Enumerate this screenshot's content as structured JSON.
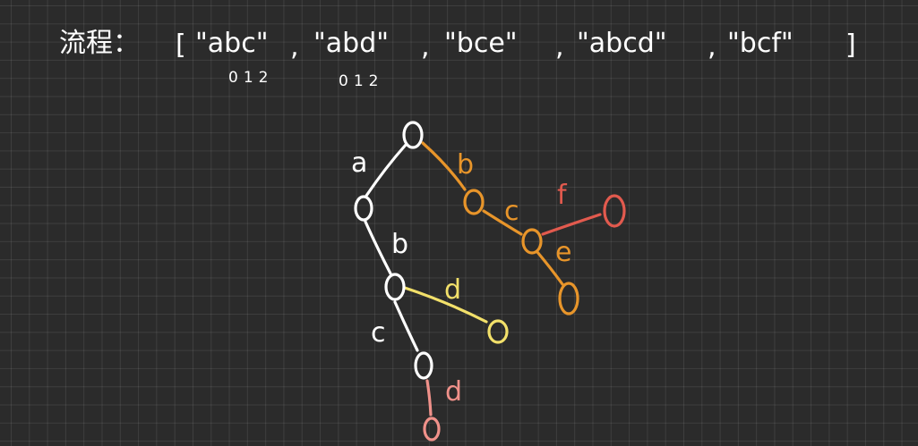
{
  "colors": {
    "background": "#2b2b2b",
    "white": "#ffffff",
    "orange": "#e8952a",
    "yellow": "#f2e06a",
    "red": "#e25a4e",
    "pink": "#f0918a"
  },
  "header": {
    "label": "流程：",
    "open_bracket": "[",
    "words": [
      "\"abc\"",
      "\"abd\"",
      "\"bce\"",
      "\"abcd\"",
      "\"bcf\""
    ],
    "separator": ",",
    "close_bracket": "]",
    "index_labels": [
      "012",
      "012"
    ]
  },
  "trie": {
    "node_label": "O",
    "edge_labels": {
      "root_a": "a",
      "root_b": "b",
      "a_b": "b",
      "b_c": "c",
      "ab_d": "d",
      "ab_c": "c",
      "abc_d": "d",
      "bc_f": "f",
      "bc_e": "e"
    }
  }
}
